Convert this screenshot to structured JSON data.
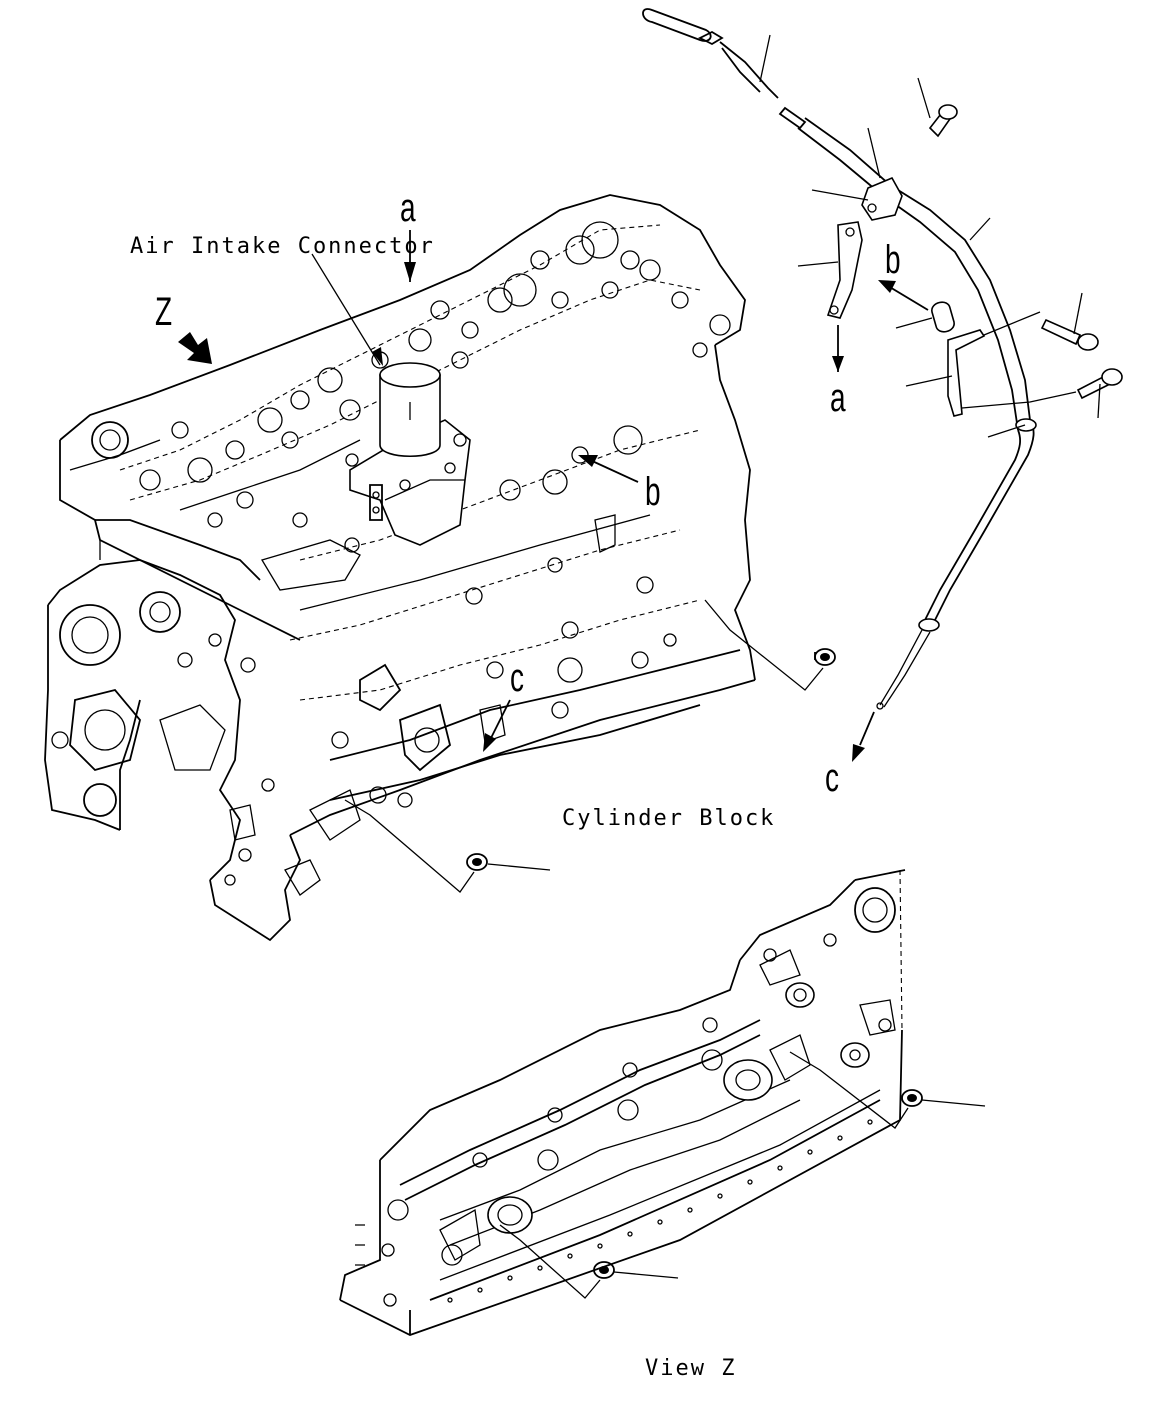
{
  "labels": {
    "air_intake_connector": "Air Intake Connector",
    "cylinder_block": "Cylinder Block",
    "view_z": "View Z",
    "z": "Z",
    "a_top": "a",
    "a_right": "a",
    "b_left": "b",
    "b_right": "b",
    "c_left": "c",
    "c_right": "c"
  },
  "icons": [
    "view-direction-arrow-icon",
    "callout-arrow-icon",
    "hex-nut-icon",
    "flange-bolt-icon"
  ]
}
